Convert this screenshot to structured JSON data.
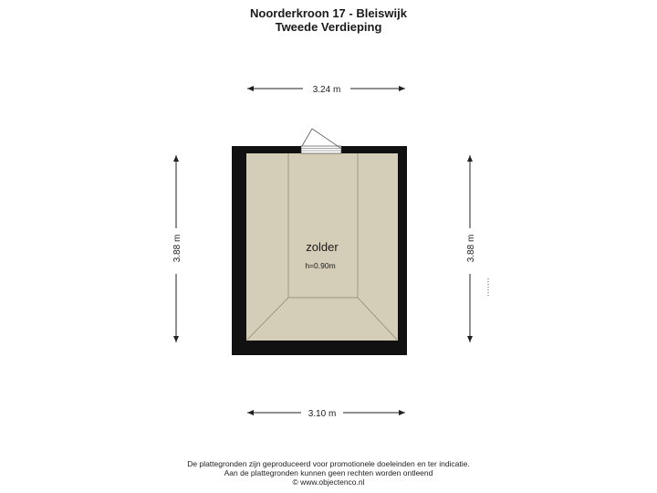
{
  "header": {
    "address": "Noorderkroon 17 - Bleiswijk",
    "floor": "Tweede Verdieping"
  },
  "dimensions": {
    "top": "3.24 m",
    "bottom": "3.10 m",
    "left": "3.88 m",
    "right": "3.88 m"
  },
  "room": {
    "name": "zolder",
    "height": "h=0.90m"
  },
  "footer": {
    "line1": "De plattegronden zijn geproduceerd voor promotionele doeleinden en ter indicatie.",
    "line2": "Aan de plattegronden kunnen geen rechten worden ontleend",
    "line3": "© www.objectenco.nl"
  },
  "colors": {
    "wall": "#111111",
    "floor": "#d4cdb7",
    "dimension_line": "#222222"
  }
}
